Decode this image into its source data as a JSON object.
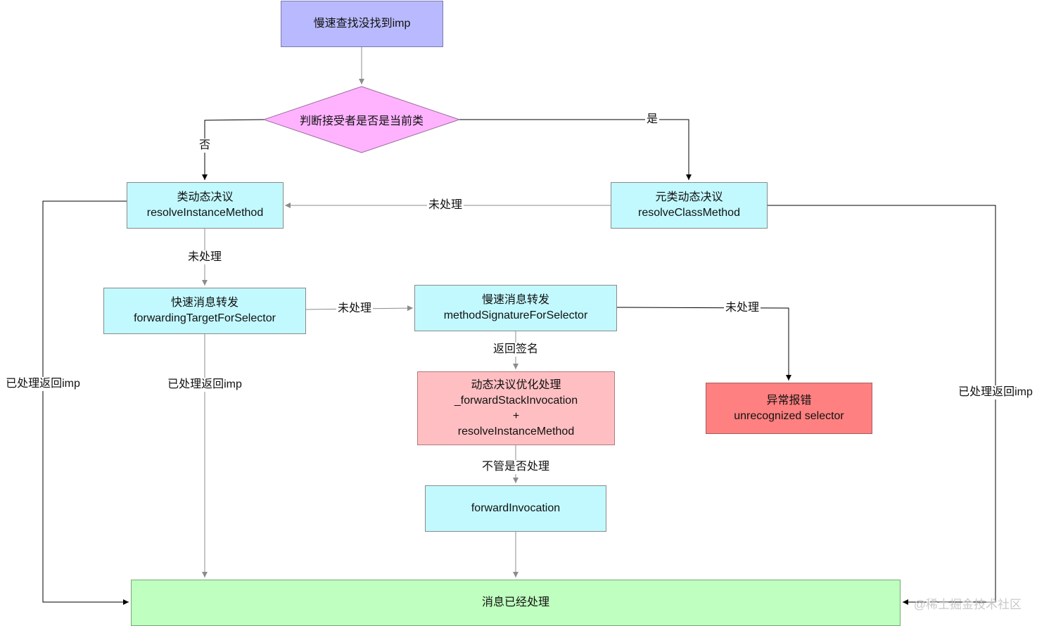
{
  "nodes": {
    "start": {
      "line1": "慢速查找没找到imp",
      "fill": "#b9b9ff"
    },
    "decision": {
      "text": "判断接受者是否是当前类",
      "fill": "#ffb3ff"
    },
    "class_resolve": {
      "line1": "类动态决议",
      "line2": "resolveInstanceMethod",
      "fill": "#c2f9ff"
    },
    "meta_resolve": {
      "line1": "元类动态决议",
      "line2": "resolveClassMethod",
      "fill": "#c2f9ff"
    },
    "fast_forward": {
      "line1": "快速消息转发",
      "line2": "forwardingTargetForSelector",
      "fill": "#c2f9ff"
    },
    "slow_forward": {
      "line1": "慢速消息转发",
      "line2": "methodSignatureForSelector",
      "fill": "#c2f9ff"
    },
    "dynamic_opt": {
      "line1": "动态决议优化处理",
      "line2": "_forwardStackInvocation",
      "line3": "+",
      "line4": "resolveInstanceMethod",
      "fill": "#ffbfc2"
    },
    "error": {
      "line1": "异常报错",
      "line2": "unrecognized selector",
      "fill": "#ff8080"
    },
    "forward_invocation": {
      "line1": "forwardInvocation",
      "fill": "#c2f9ff"
    },
    "handled": {
      "line1": "消息已经处理",
      "fill": "#bfffbf"
    }
  },
  "edges": {
    "no": "否",
    "yes": "是",
    "meta_unhandled": "未处理",
    "class_unhandled": "未处理",
    "fast_unhandled": "未处理",
    "slow_unhandled": "未处理",
    "return_signature": "返回签名",
    "regardless": "不管是否处理",
    "left_handled": "已处理返回imp",
    "fast_handled": "已处理返回imp",
    "right_handled": "已处理返回imp"
  },
  "watermark": "@稀土掘金技术社区",
  "colors": {
    "line": "#8c8c8c",
    "line_dark": "#000000"
  }
}
